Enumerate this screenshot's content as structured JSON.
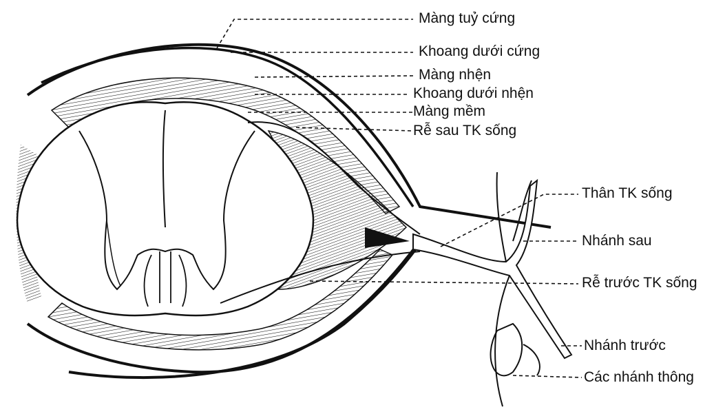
{
  "labels": {
    "dura": "Màng tuỷ cứng",
    "subdural": "Khoang dưới cứng",
    "arachnoid": "Màng nhện",
    "subarachnoid": "Khoang dưới nhện",
    "pia": "Màng mềm",
    "dorsal_root": "Rễ sau TK sống",
    "trunk": "Thân TK sống",
    "posterior_ramus": "Nhánh sau",
    "ventral_root": "Rễ trước TK sống",
    "anterior_ramus": "Nhánh trước",
    "communicating": "Các nhánh thông"
  },
  "colors": {
    "ink": "#111111",
    "paper": "#ffffff"
  }
}
